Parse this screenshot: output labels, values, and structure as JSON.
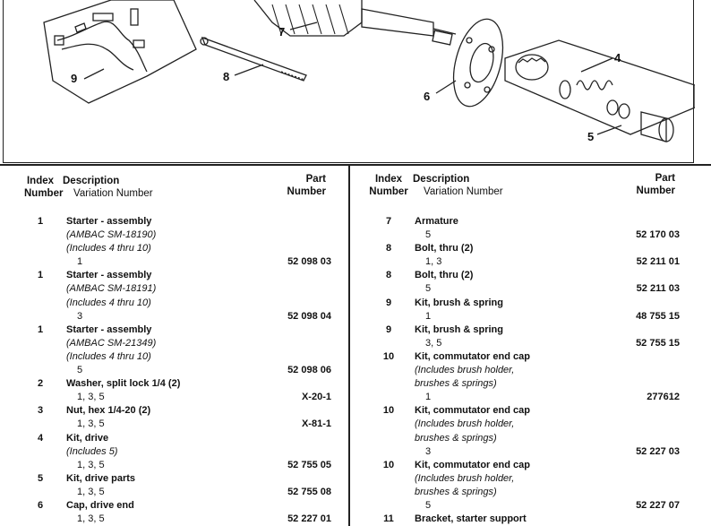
{
  "diagram": {
    "callouts": [
      "9",
      "8",
      "7",
      "6",
      "4",
      "5"
    ]
  },
  "headers": {
    "index": "Index",
    "number": "Number",
    "description": "Description",
    "variation": "Variation Number",
    "part": "Part",
    "part_number": "Number"
  },
  "left_rows": [
    {
      "idx": "1",
      "text": "Starter - assembly",
      "style": "d",
      "pn": ""
    },
    {
      "idx": "",
      "text": "(AMBAC SM-18190)",
      "style": "i",
      "pn": ""
    },
    {
      "idx": "",
      "text": "(Includes 4 thru 10)",
      "style": "i",
      "pn": ""
    },
    {
      "idx": "",
      "text": "1",
      "style": "v",
      "pn": "52 098 03"
    },
    {
      "idx": "1",
      "text": "Starter - assembly",
      "style": "d",
      "pn": ""
    },
    {
      "idx": "",
      "text": "(AMBAC SM-18191)",
      "style": "i",
      "pn": ""
    },
    {
      "idx": "",
      "text": "(Includes 4 thru 10)",
      "style": "i",
      "pn": ""
    },
    {
      "idx": "",
      "text": "3",
      "style": "v",
      "pn": "52 098 04"
    },
    {
      "idx": "1",
      "text": "Starter - assembly",
      "style": "d",
      "pn": ""
    },
    {
      "idx": "",
      "text": "(AMBAC SM-21349)",
      "style": "i",
      "pn": ""
    },
    {
      "idx": "",
      "text": "(Includes 4 thru 10)",
      "style": "i",
      "pn": ""
    },
    {
      "idx": "",
      "text": "5",
      "style": "v",
      "pn": "52 098 06"
    },
    {
      "idx": "2",
      "text": "Washer, split lock 1/4 (2)",
      "style": "d",
      "pn": ""
    },
    {
      "idx": "",
      "text": "1, 3, 5",
      "style": "v",
      "pn": "X-20-1"
    },
    {
      "idx": "3",
      "text": "Nut, hex 1/4-20 (2)",
      "style": "d",
      "pn": ""
    },
    {
      "idx": "",
      "text": "1, 3, 5",
      "style": "v",
      "pn": "X-81-1"
    },
    {
      "idx": "4",
      "text": "Kit, drive",
      "style": "d",
      "pn": ""
    },
    {
      "idx": "",
      "text": "(Includes 5)",
      "style": "i",
      "pn": ""
    },
    {
      "idx": "",
      "text": "1, 3, 5",
      "style": "v",
      "pn": "52 755 05"
    },
    {
      "idx": "5",
      "text": "Kit, drive parts",
      "style": "d",
      "pn": ""
    },
    {
      "idx": "",
      "text": "1, 3, 5",
      "style": "v",
      "pn": "52 755 08"
    },
    {
      "idx": "6",
      "text": "Cap, drive end",
      "style": "d",
      "pn": ""
    },
    {
      "idx": "",
      "text": "1, 3, 5",
      "style": "v",
      "pn": "52 227 01"
    }
  ],
  "right_rows": [
    {
      "idx": "7",
      "text": "Armature",
      "style": "d",
      "pn": ""
    },
    {
      "idx": "",
      "text": "5",
      "style": "v",
      "pn": "52 170 03"
    },
    {
      "idx": "8",
      "text": "Bolt, thru (2)",
      "style": "d",
      "pn": ""
    },
    {
      "idx": "",
      "text": "1, 3",
      "style": "v",
      "pn": "52 211 01"
    },
    {
      "idx": "8",
      "text": "Bolt, thru (2)",
      "style": "d",
      "pn": ""
    },
    {
      "idx": "",
      "text": "5",
      "style": "v",
      "pn": "52 211 03"
    },
    {
      "idx": "9",
      "text": "Kit, brush & spring",
      "style": "d",
      "pn": ""
    },
    {
      "idx": "",
      "text": "1",
      "style": "v",
      "pn": "48 755 15"
    },
    {
      "idx": "9",
      "text": "Kit, brush & spring",
      "style": "d",
      "pn": ""
    },
    {
      "idx": "",
      "text": "3, 5",
      "style": "v",
      "pn": "52 755 15"
    },
    {
      "idx": "10",
      "text": "Kit, commutator end cap",
      "style": "d",
      "pn": ""
    },
    {
      "idx": "",
      "text": "(Includes brush holder,",
      "style": "i",
      "pn": ""
    },
    {
      "idx": "",
      "text": "brushes & springs)",
      "style": "i",
      "pn": ""
    },
    {
      "idx": "",
      "text": "1",
      "style": "v",
      "pn": "277612"
    },
    {
      "idx": "10",
      "text": "Kit, commutator end cap",
      "style": "d",
      "pn": ""
    },
    {
      "idx": "",
      "text": "(Includes brush holder,",
      "style": "i",
      "pn": ""
    },
    {
      "idx": "",
      "text": "brushes & springs)",
      "style": "i",
      "pn": ""
    },
    {
      "idx": "",
      "text": "3",
      "style": "v",
      "pn": "52 227 03"
    },
    {
      "idx": "10",
      "text": "Kit, commutator end cap",
      "style": "d",
      "pn": ""
    },
    {
      "idx": "",
      "text": "(Includes brush holder,",
      "style": "i",
      "pn": ""
    },
    {
      "idx": "",
      "text": "brushes & springs)",
      "style": "i",
      "pn": ""
    },
    {
      "idx": "",
      "text": "5",
      "style": "v",
      "pn": "52 227 07"
    },
    {
      "idx": "11",
      "text": "Bracket, starter support",
      "style": "d",
      "pn": ""
    }
  ]
}
